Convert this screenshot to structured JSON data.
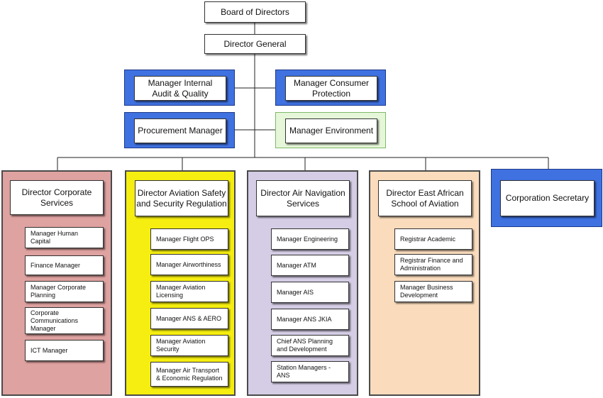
{
  "top": {
    "board": "Board of Directors",
    "director_general": "Director General"
  },
  "staff": {
    "internal_audit": "Manager Internal Audit & Quality",
    "consumer_protection": "Manager Consumer Protection",
    "procurement": "Procurement Manager",
    "environment": "Manager Environment"
  },
  "departments": {
    "corporate": {
      "title": "Director Corporate Services",
      "items": [
        "Manager Human Capital",
        "Finance Manager",
        "Manager Corporate Planning",
        "Corporate Communications Manager",
        "ICT Manager"
      ]
    },
    "safety": {
      "title": "Director Aviation Safety and Security Regulation",
      "items": [
        "Manager Flight OPS",
        "Manager Airworthiness",
        "Manager Aviation Licensing",
        "Manager ANS & AERO",
        "Manager Aviation Security",
        "Manager Air Transport & Economic Regulation"
      ]
    },
    "navigation": {
      "title": "Director Air Navigation Services",
      "items": [
        "Manager Engineering",
        "Manager ATM",
        "Manager AIS",
        "Manager ANS JKIA",
        "Chief ANS Planning and Development",
        "Station Managers - ANS"
      ]
    },
    "school": {
      "title": "Director East African School of Aviation",
      "items": [
        "Registrar Academic",
        "Registrar Finance and Administration",
        "Manager Business Development"
      ]
    },
    "secretary": {
      "title": "Corporation Secretary"
    }
  },
  "colors": {
    "blue": "#3f71e0",
    "green_fill": "#e6f7d9",
    "corporate_panel": "#dea2a0",
    "safety_panel": "#f5ee10",
    "navigation_panel": "#d5cde5",
    "school_panel": "#fadcbd"
  }
}
